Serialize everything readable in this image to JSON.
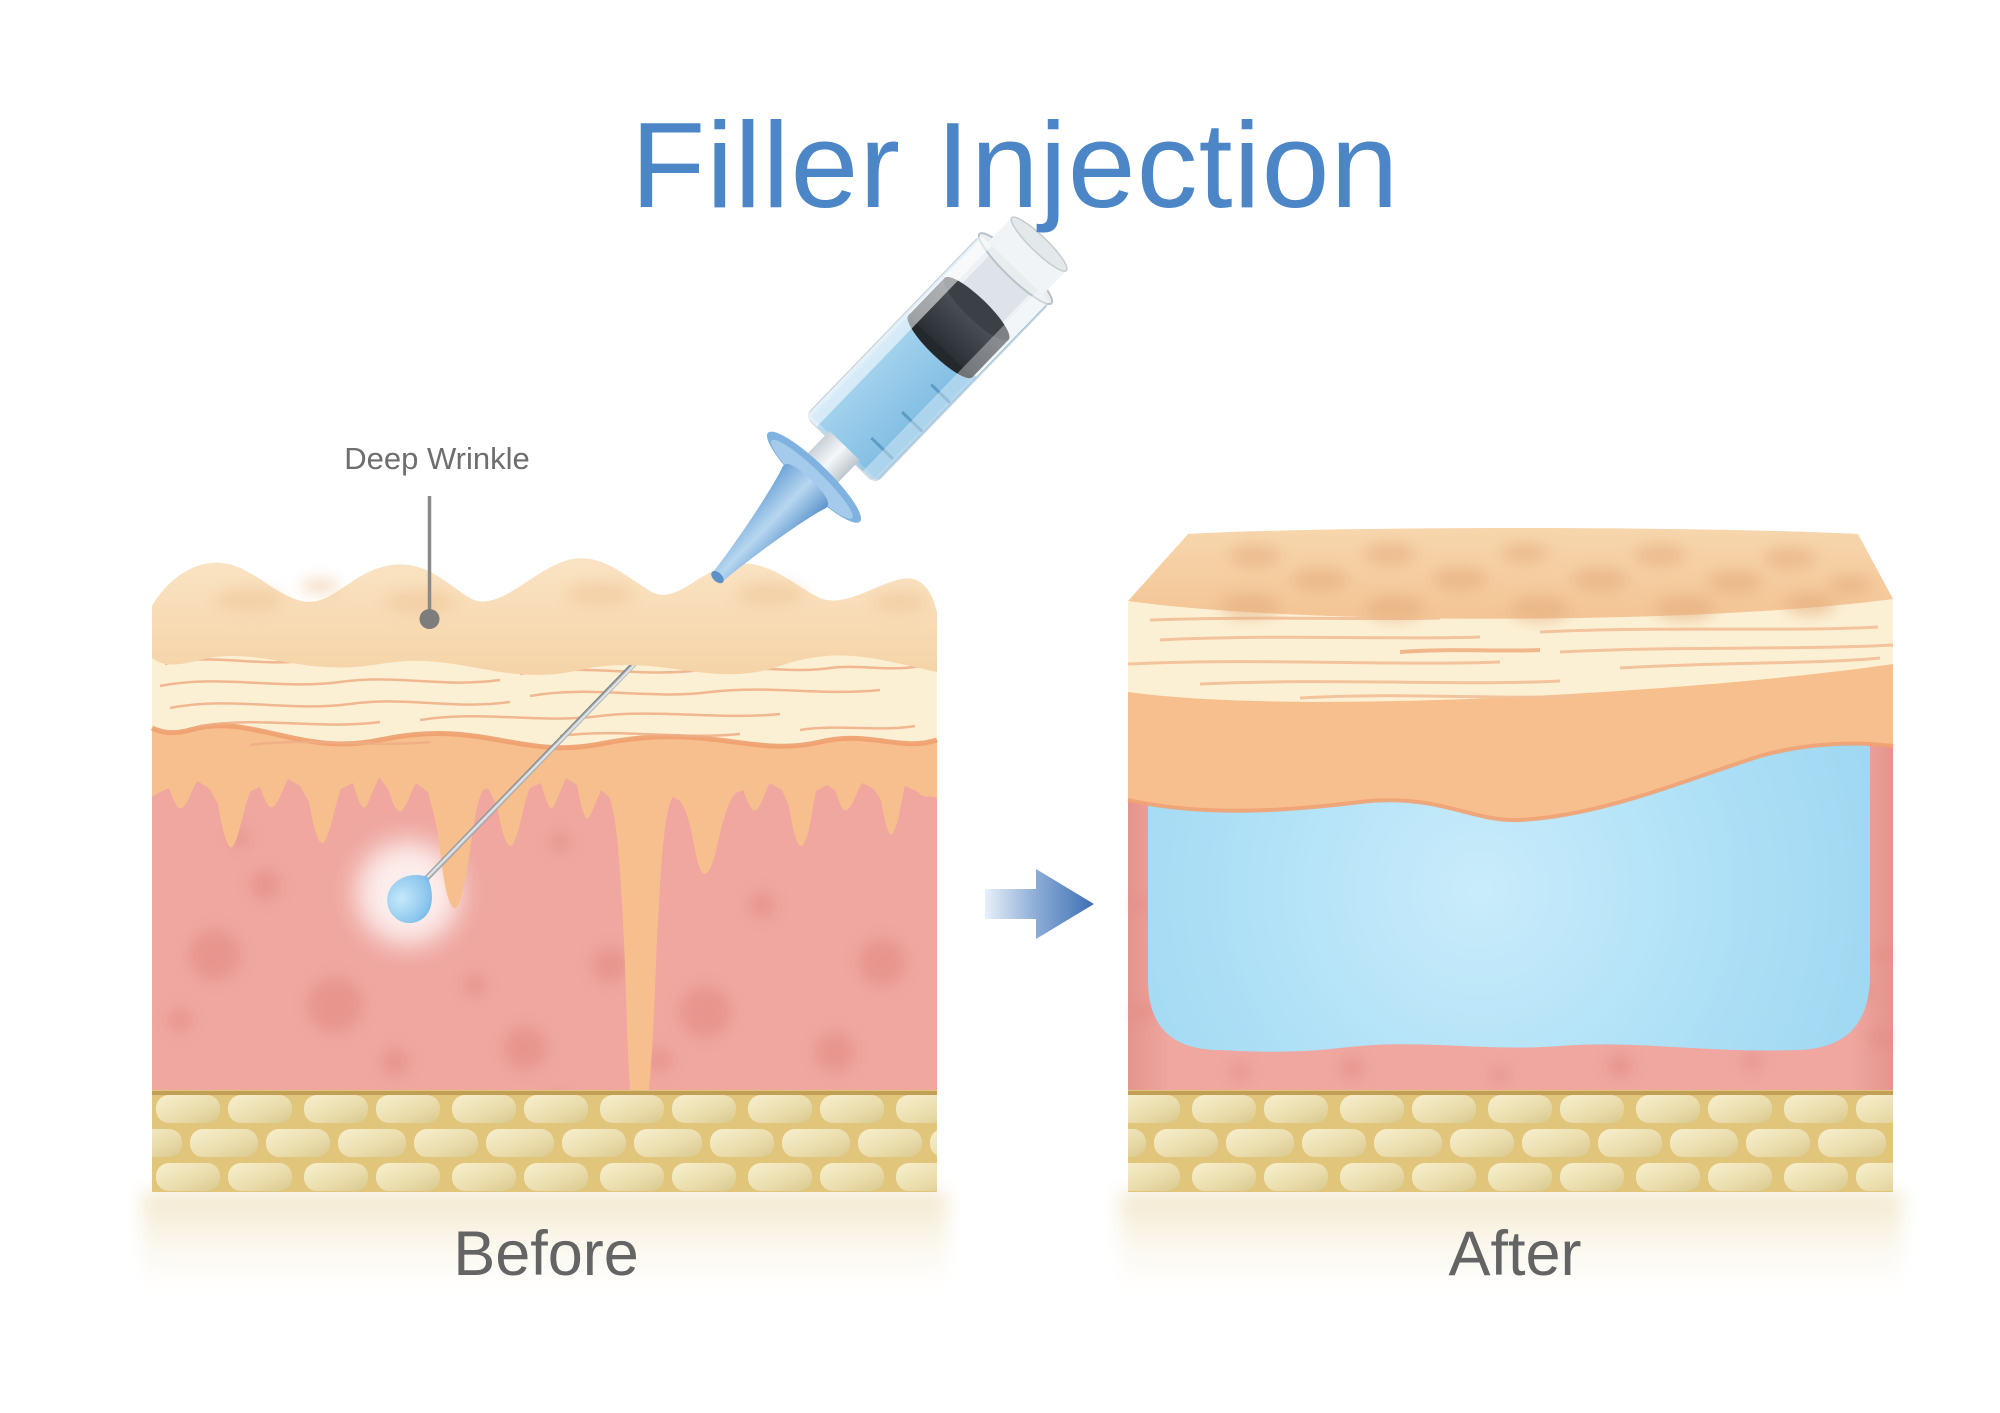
{
  "title": {
    "text": "Filler Injection"
  },
  "labels": {
    "deep_wrinkle": "Deep Wrinkle",
    "before": "Before",
    "after": "After"
  },
  "graphics": {
    "syringe": "syringe-icon",
    "droplet": "filler-droplet-icon",
    "arrow": "transition-arrow-icon",
    "pointer": "label-pointer-dot",
    "left_panel": "skin-cross-section-before",
    "right_panel": "skin-cross-section-after"
  },
  "colors": {
    "title_blue": "#4C86C7",
    "label_gray": "#6E6E6E",
    "panel_label_gray": "#646464",
    "arrow_blue": "#3D6FB5",
    "skin_peach": "#F8DBB2",
    "skin_cream": "#FCF0D4",
    "skin_orange": "#F7BF8D",
    "skin_pink": "#EFA7A0",
    "dermis_line_orange": "#EE9F6D",
    "fat_gold": "#E0C57A",
    "fat_cell_beige": "#EFE5BB",
    "filler_blue": "#A9DFF6",
    "syringe_barrel_blue": "#A9D6F0",
    "needle_silver": "#C6CBCF",
    "droplet_blue": "#7FC0E8"
  }
}
